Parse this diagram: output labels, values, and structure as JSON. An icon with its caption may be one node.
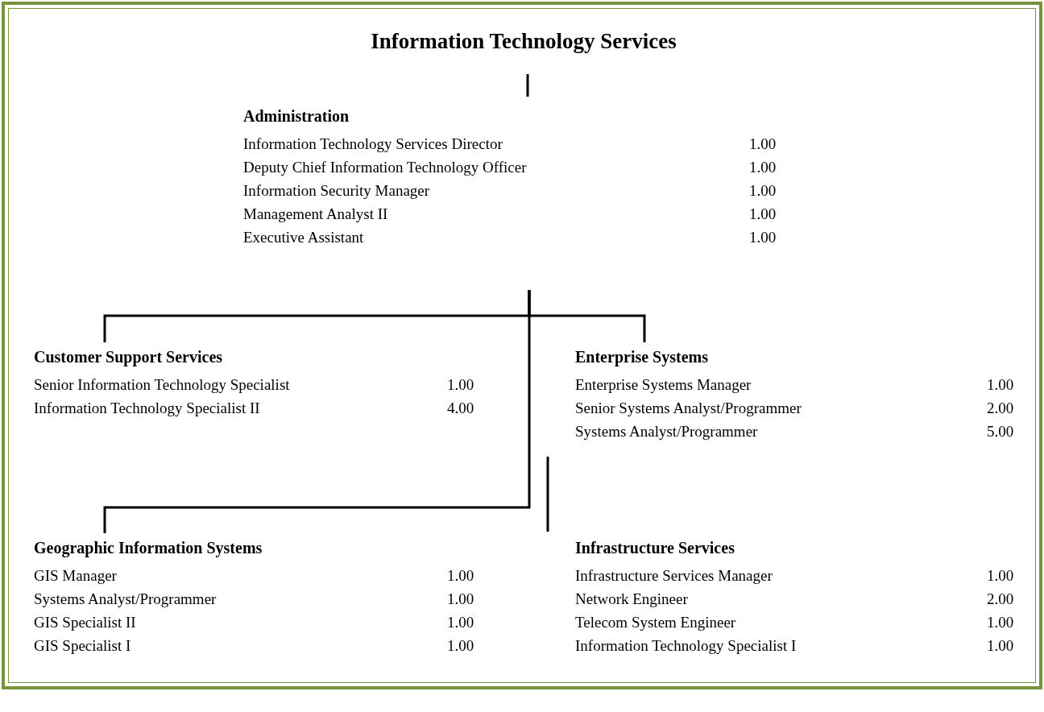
{
  "diagram": {
    "nodes": [
      {
        "text": [
          "Information Technology Services"
        ]
      },
      {
        "text": [
          "Administration",
          "Information Technology Services Director",
          "1.00",
          "Deputy Chief Information Technology Officer",
          "1.00",
          "Information Security Manager",
          "1.00",
          "Management Analyst II",
          "1.00",
          "Executive Assistant",
          "1.00"
        ]
      },
      {
        "text": [
          "Customer Support Services",
          "Senior Information Technology Specialist",
          "1.00",
          "Information Technology Specialist II",
          "4.00"
        ]
      },
      {
        "text": [
          "Enterprise Systems",
          "Enterprise Systems Manager",
          "1.00",
          "Senior Systems Analyst/Programmer",
          "2.00",
          "Systems Analyst/Programmer",
          "5.00"
        ]
      },
      {
        "text": [
          "Geographic Information Systems",
          "GIS Manager",
          "1.00",
          "Systems Analyst/Programmer",
          "1.00",
          "GIS Specialist II",
          "1.00",
          "GIS Specialist I",
          "1.00"
        ]
      },
      {
        "text": [
          "Infrastructure Services",
          "Infrastructure Services Manager",
          "1.00",
          "Network Engineer",
          "2.00",
          "Telecom System Engineer",
          "1.00",
          "Information Technology Specialist I",
          "1.00"
        ]
      }
    ],
    "edges": [
      {
        "from": 0,
        "to": 1,
        "arrow": "none"
      },
      {
        "from": 1,
        "to": 2,
        "arrow": "none"
      },
      {
        "from": 1,
        "to": 3,
        "arrow": "none"
      },
      {
        "from": 1,
        "to": 4,
        "arrow": "none"
      },
      {
        "from": 3,
        "to": 5,
        "arrow": "none"
      }
    ]
  }
}
